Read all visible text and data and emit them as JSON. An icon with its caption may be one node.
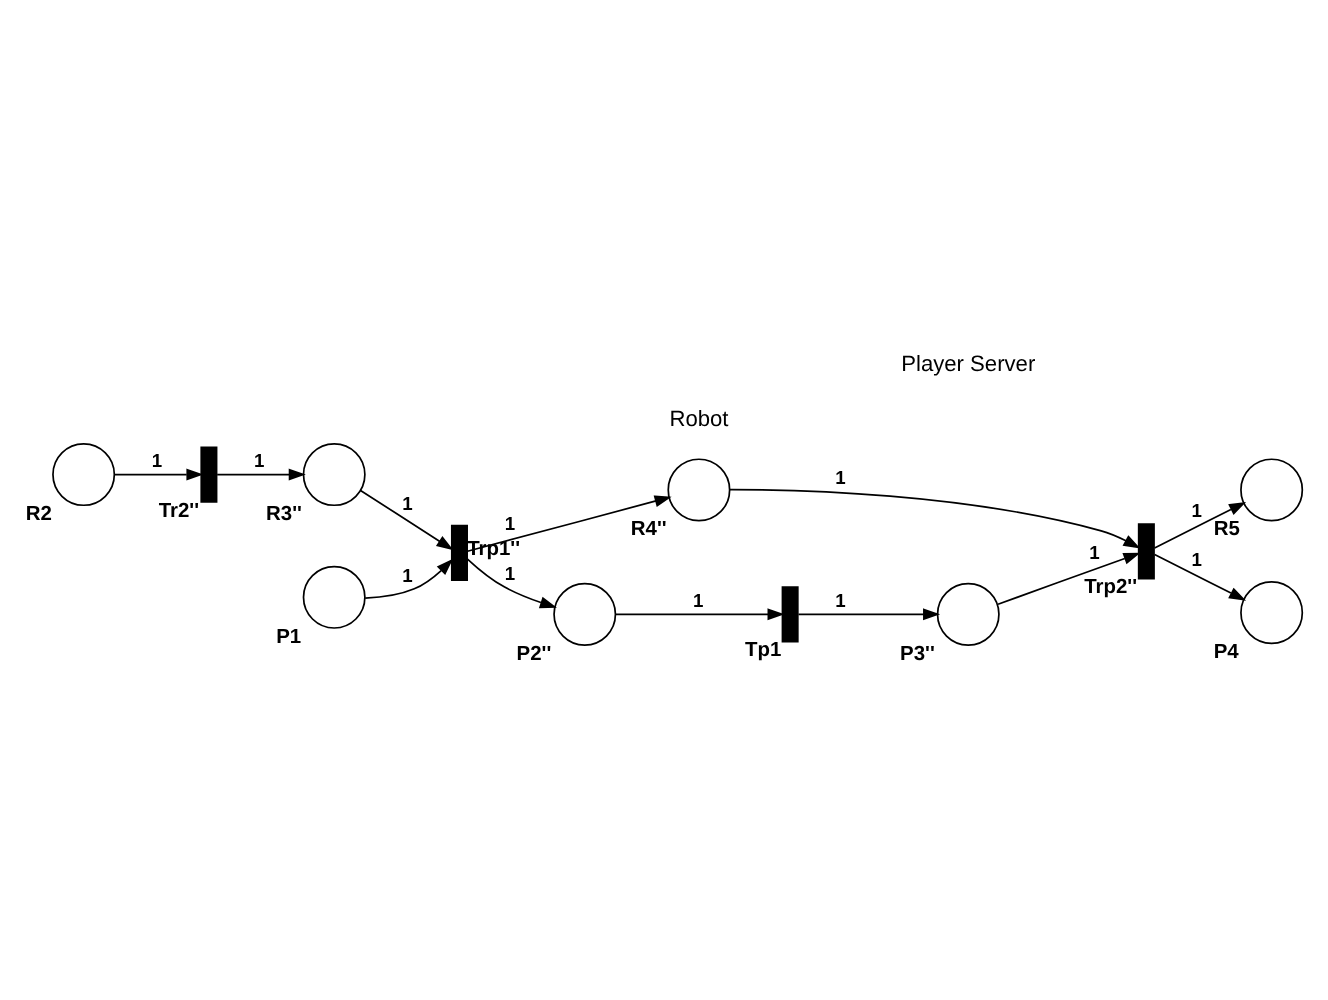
{
  "diagram": {
    "nodes": [
      {
        "text": [],
        "shape": "circle",
        "beside": [
          "R2"
        ]
      },
      {
        "text": [],
        "shape": "bar",
        "beside": [
          "Tr2''"
        ]
      },
      {
        "text": [],
        "shape": "circle",
        "beside": [
          "R4''"
        ]
      },
      {
        "text": [],
        "shape": "circle",
        "beside": [
          "R5"
        ]
      },
      {
        "text": [],
        "shape": "circle",
        "beside": [
          "R3''"
        ]
      },
      {
        "text": [],
        "shape": "bar",
        "beside": [
          "Trp1''"
        ]
      },
      {
        "text": [],
        "shape": "bar",
        "beside": [
          "Trp2''"
        ]
      },
      {
        "text": [],
        "shape": "circle",
        "beside": [
          "P2''"
        ]
      },
      {
        "text": [],
        "shape": "circle",
        "beside": [
          "P3''"
        ]
      },
      {
        "text": [],
        "shape": "circle",
        "beside": [
          "P1"
        ]
      },
      {
        "text": [],
        "shape": "circle",
        "beside": [
          "P4"
        ]
      },
      {
        "text": [],
        "shape": "bar",
        "beside": [
          "Tp1"
        ]
      }
    ],
    "edges": [
      {
        "from": 0,
        "to": 1,
        "arrow": "to",
        "label": "1"
      },
      {
        "from": 1,
        "to": 4,
        "arrow": "to",
        "label": "1"
      },
      {
        "from": 4,
        "to": 5,
        "arrow": "to",
        "label": "1"
      },
      {
        "from": 9,
        "to": 5,
        "arrow": "to",
        "label": "1"
      },
      {
        "from": 5,
        "to": 2,
        "arrow": "to",
        "label": "1"
      },
      {
        "from": 5,
        "to": 7,
        "arrow": "to",
        "label": "1"
      },
      {
        "from": 2,
        "to": 6,
        "arrow": "to",
        "label": "1"
      },
      {
        "from": 8,
        "to": 6,
        "arrow": "to",
        "label": "1"
      },
      {
        "from": 6,
        "to": 3,
        "arrow": "to",
        "label": "1"
      },
      {
        "from": 6,
        "to": 10,
        "arrow": "to",
        "label": "1"
      },
      {
        "from": 7,
        "to": 11,
        "arrow": "to",
        "label": "1"
      },
      {
        "from": 11,
        "to": 8,
        "arrow": "to",
        "label": "1"
      }
    ],
    "labels": [
      "Robot",
      "Player Server"
    ]
  }
}
